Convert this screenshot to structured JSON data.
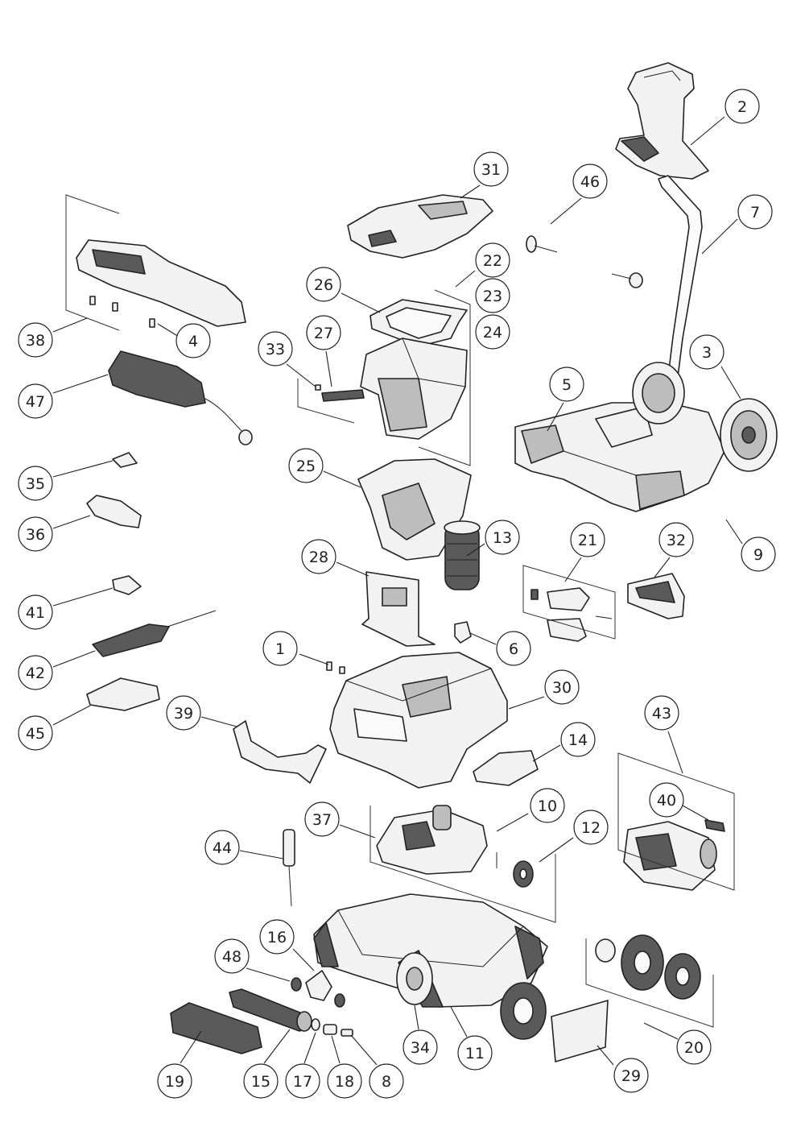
{
  "labels": [
    "1",
    "2",
    "3",
    "4",
    "5",
    "6",
    "7",
    "8",
    "9",
    "10",
    "11",
    "12",
    "13",
    "14",
    "15",
    "16",
    "17",
    "18",
    "19",
    "20",
    "21",
    "22",
    "23",
    "24",
    "25",
    "26",
    "27",
    "28",
    "29",
    "30",
    "31",
    "32",
    "33",
    "34",
    "35",
    "36",
    "37",
    "38",
    "39",
    "40",
    "41",
    "42",
    "43",
    "44",
    "45",
    "46",
    "47",
    "48"
  ]
}
